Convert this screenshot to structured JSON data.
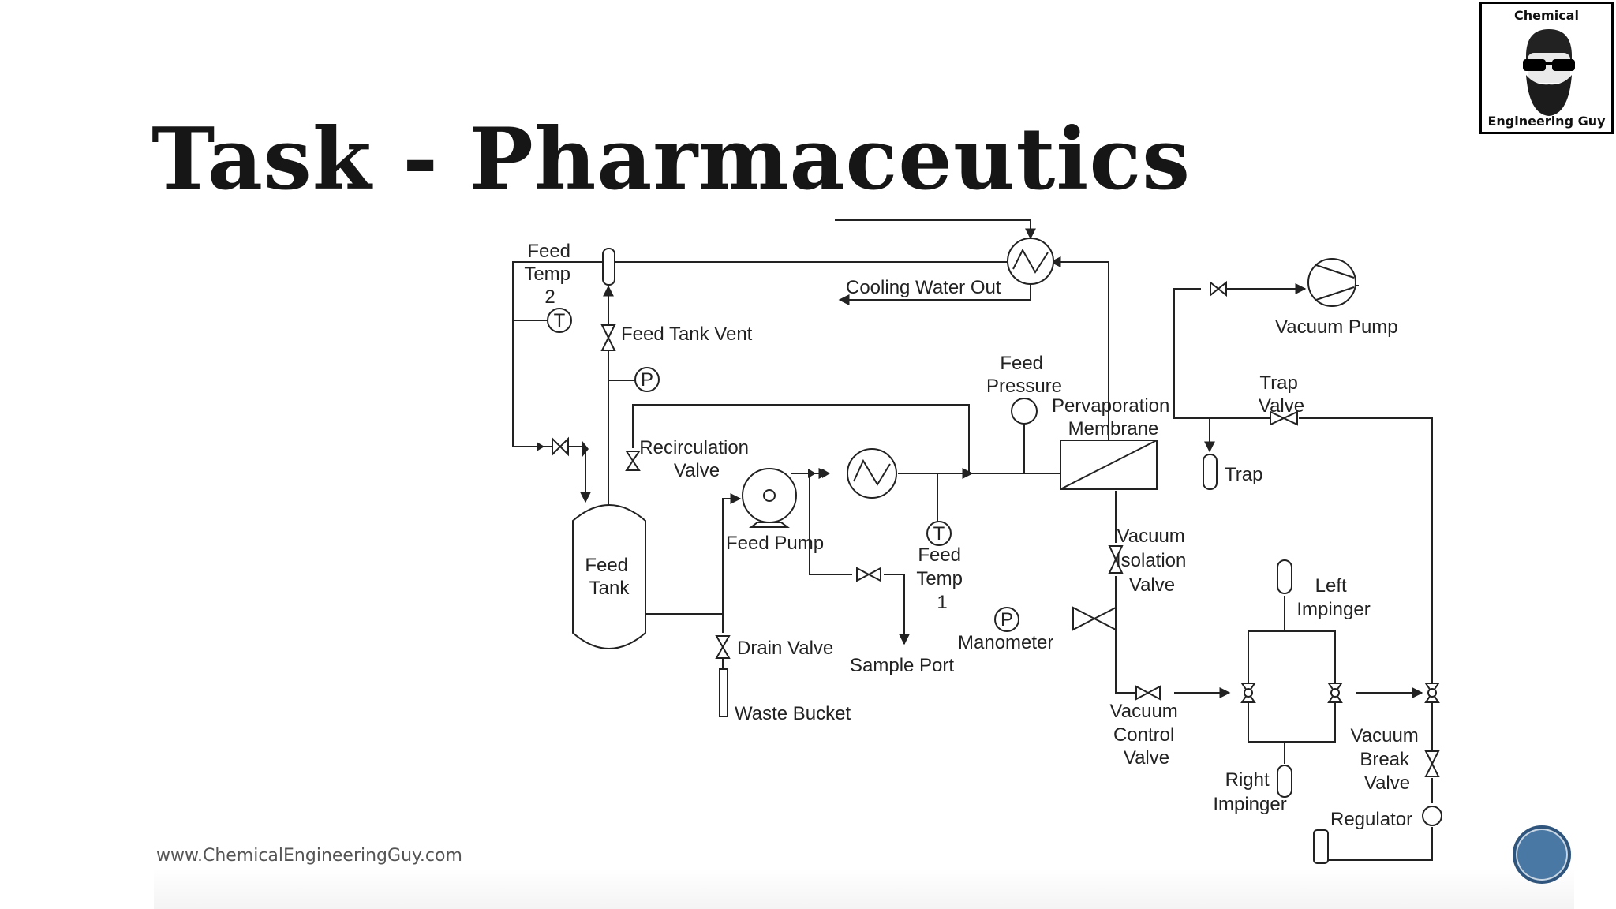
{
  "slide": {
    "title": "Task - Pharmaceutics",
    "website": "www.ChemicalEngineeringGuy.com"
  },
  "logo": {
    "top_text": "Chemical",
    "bottom_text": "Engineering Guy"
  },
  "diagram": {
    "labels": {
      "feed_temp_2": [
        "Feed",
        "Temp",
        "2"
      ],
      "cooling_water_out": "Cooling Water Out",
      "feed_tank_vent": "Feed Tank Vent",
      "vacuum_pump": "Vacuum Pump",
      "feed_pressure": [
        "Feed",
        "Pressure"
      ],
      "pervaporation_membrane": [
        "Pervaporation",
        "Membrane"
      ],
      "trap_valve": [
        "Trap",
        "Valve"
      ],
      "trap": "Trap",
      "recirculation_valve": [
        "Recirculation",
        "Valve"
      ],
      "feed_tank": [
        "Feed",
        "Tank"
      ],
      "feed_pump": "Feed Pump",
      "feed_temp_1": [
        "Feed",
        "Temp",
        "1"
      ],
      "vacuum_isolation_valve": [
        "Vacuum",
        "Isolation",
        "Valve"
      ],
      "left_impinger": [
        "Left",
        "Impinger"
      ],
      "manometer": "Manometer",
      "drain_valve": "Drain Valve",
      "sample_port": "Sample Port",
      "waste_bucket": "Waste Bucket",
      "vacuum_control_valve": [
        "Vacuum",
        "Control",
        "Valve"
      ],
      "vacuum_break_valve": [
        "Vacuum",
        "Break",
        "Valve"
      ],
      "right_impinger": [
        "Right",
        "Impinger"
      ],
      "regulator": "Regulator"
    },
    "instrument_letters": {
      "temperature": "T",
      "pressure": "P"
    }
  }
}
